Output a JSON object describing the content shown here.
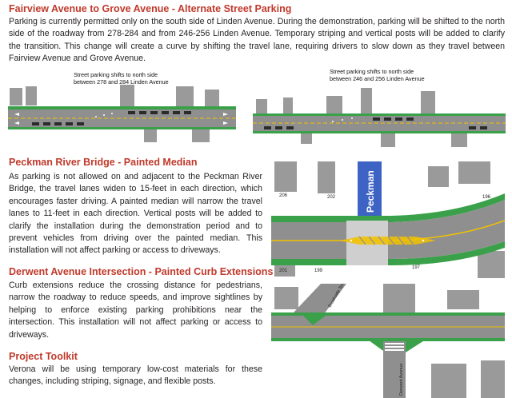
{
  "sections": {
    "fairview": {
      "title": "Fairview Avenue to Grove Avenue - Alternate Street Parking",
      "body": "Parking is currently permitted only on the south side of Linden Avenue. During the demonstration, parking will be shifted to the north side of the roadway from 278-284 and from 246-256 Linden Avenue. Temporary striping and vertical posts will be added to clarify the transition. This change will create a curve by shifting the travel lane, requiring drivers to slow down as they travel between Fairview Avenue and Grove Avenue."
    },
    "peckman": {
      "title": "Peckman River Bridge - Painted Median",
      "body": "As parking is not allowed on and adjacent to the Peckman River Bridge, the travel lanes widen to 15-feet in each direction, which encourages faster driving. A painted median will narrow the travel lanes to 11-feet in each direction. Vertical posts will be added to clarify the installation during the demonstration period and to prevent vehicles from driving over the painted median. This installation will not affect parking or access to driveways."
    },
    "derwent": {
      "title": "Derwent Avenue Intersection - Painted Curb Extensions",
      "body": "Curb extensions reduce the crossing distance for pedestrians, narrow the roadway to reduce speeds, and improve sightlines by helping to enforce existing parking prohibitions near the intersection. This installation will not affect parking or access to driveways."
    },
    "toolkit": {
      "title": "Project Toolkit",
      "body": "Verona will be using temporary low-cost materials for these changes, including striping, signage, and flexible posts."
    }
  },
  "figures": {
    "parking_left": {
      "caption_line1": "Street parking shifts to north side",
      "caption_line2": "between 278 and 284 Linden Avenue"
    },
    "parking_right": {
      "caption_line1": "Street parking shifts to north side",
      "caption_line2": "between 246 and 256 Linden Avenue"
    },
    "bridge": {
      "street_label": "Peckman",
      "addresses": [
        "206",
        "202",
        "196",
        "201",
        "199",
        "197"
      ]
    },
    "intersection": {
      "street_top": "Brookside Terrace",
      "street_bottom": "Derwent Avenue"
    }
  },
  "colors": {
    "heading": "#c0392b",
    "road": "#8f8f8f",
    "green_buffer": "#3aa14a",
    "label_blue": "#3d63c4",
    "median_yellow": "#f2c200"
  }
}
